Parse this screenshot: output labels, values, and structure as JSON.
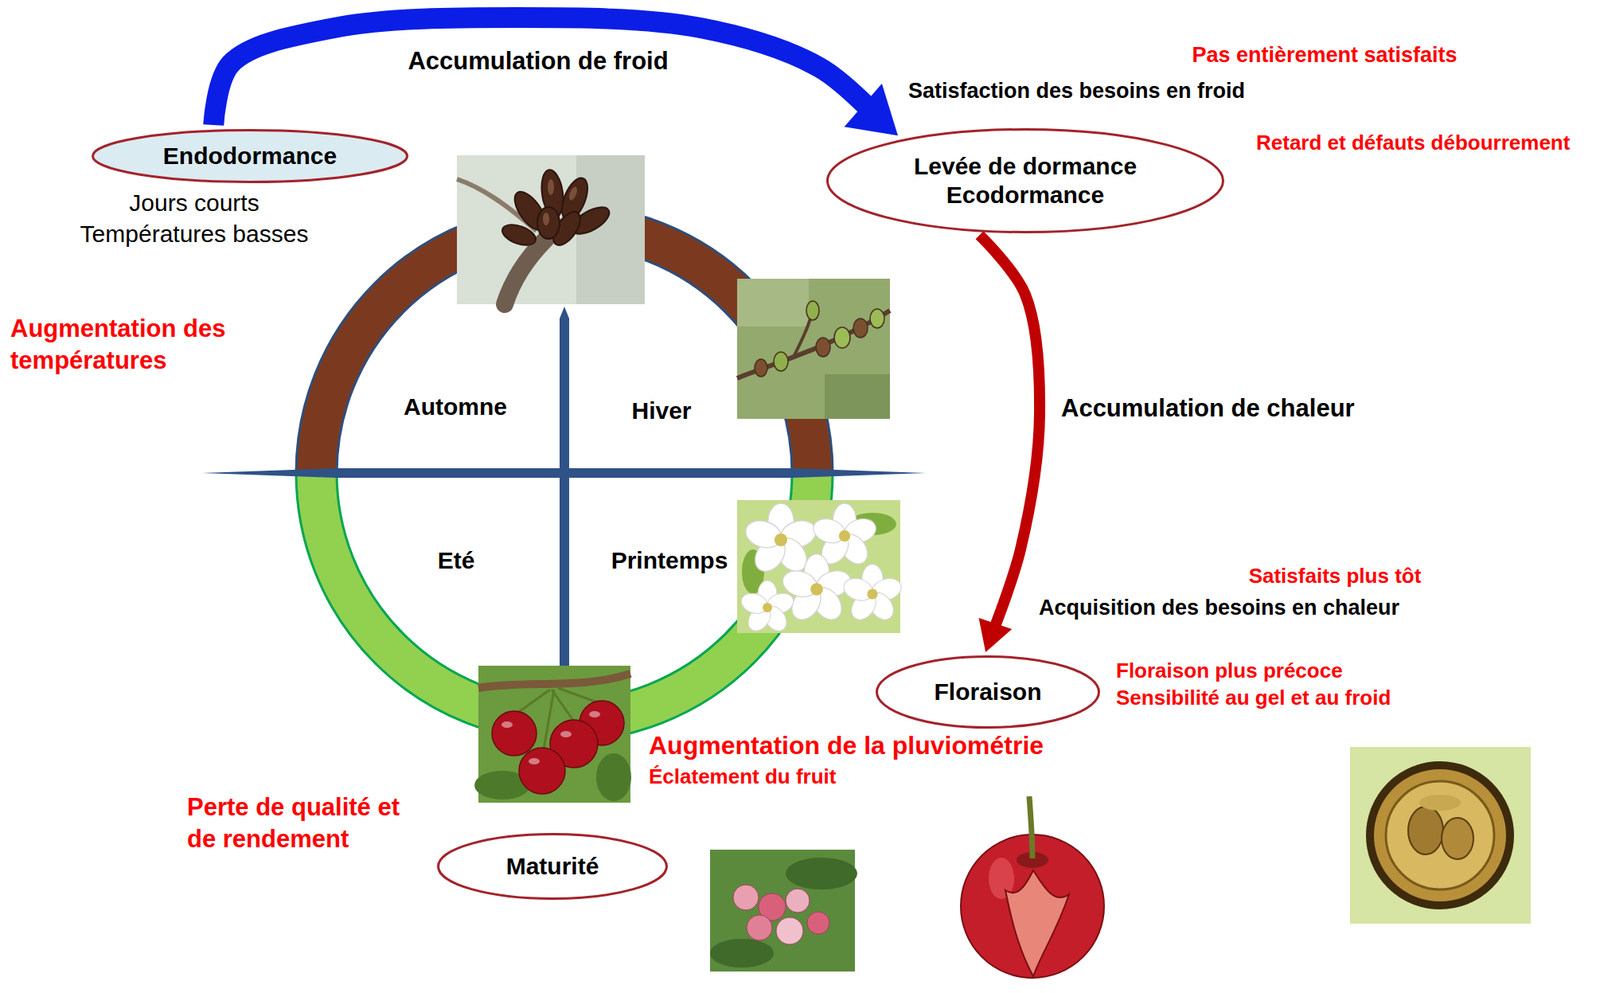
{
  "diagram": {
    "nodes": [
      {
        "text": [
          "Endodormance"
        ]
      },
      {
        "text": [
          "Levée de dormance Ecodormance"
        ]
      },
      {
        "text": [
          "Floraison"
        ]
      },
      {
        "text": [
          "Maturité"
        ]
      }
    ],
    "edges": [
      {
        "from": 0,
        "to": 1,
        "arrow": "to",
        "label": "Accumulation de froid"
      },
      {
        "from": 1,
        "to": 2,
        "arrow": "to",
        "label": "Accumulation de chaleur"
      }
    ],
    "labels": [
      "Pas entièrement satisfaits",
      "Satisfaction des besoins en froid",
      "Retard et défauts débourrement",
      "Jours courts Températures basses",
      "Augmentation des températures",
      "Automne",
      "Hiver",
      "Eté",
      "Printemps",
      "Satisfaits plus tôt",
      "Acquisition des besoins en chaleur",
      "Floraison plus précoce Sensibilité au gel et au froid",
      "Augmentation de la pluviométrie",
      "Éclatement du fruit",
      "Perte de qualité et de rendement"
    ]
  }
}
